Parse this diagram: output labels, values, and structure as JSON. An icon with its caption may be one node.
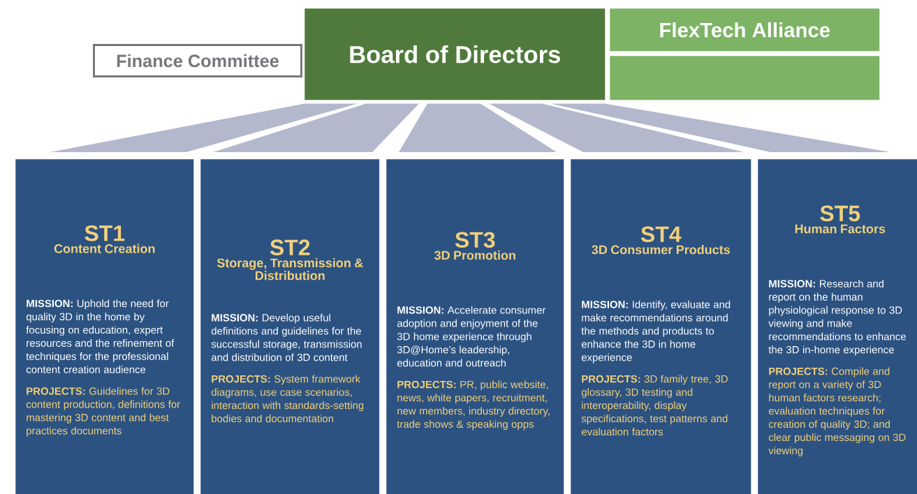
{
  "diagram": {
    "nodes": [
      {
        "text": [
          "Finance Committee"
        ]
      },
      {
        "text": [
          "Board of Directors"
        ]
      },
      {
        "text": [
          "FlexTech Alliance"
        ]
      },
      {
        "text": [],
        "shape": "box"
      },
      {
        "text": [
          "ST1",
          "Content Creation",
          "**MISSION:** Uphold the need for quality 3D in the home by focusing on education, expert resources and the refinement of techniques for the professional content creation audience",
          "**PROJECTS:** Guidelines for 3D content production, definitions for mastering 3D content and best practices documents"
        ]
      },
      {
        "text": [
          "ST2",
          "Storage, Transmission & Distribution",
          "**MISSION:** Develop useful definitions and guidelines for the successful storage, transmission and distribution of 3D content",
          "**PROJECTS:** System framework diagrams, use case scenarios, interaction with standards-setting bodies and documentation"
        ]
      },
      {
        "text": [
          "ST3",
          "3D Promotion",
          "**MISSION:** Accelerate consumer adoption and enjoyment of the 3D home experience through 3D@Home’s leadership, education and outreach",
          "**PROJECTS:** PR, public website, news, white papers, recruitment, new members, industry directory, trade shows & speaking opps"
        ]
      },
      {
        "text": [
          "ST4",
          "3D Consumer Products",
          "**MISSION:** Identify, evaluate and make recommendations around the methods and products to enhance the 3D in home experience",
          "**PROJECTS:** 3D family tree, 3D glossary, 3D testing and interoperability, display specifications, test patterns and evaluation factors"
        ]
      },
      {
        "text": [
          "ST5",
          "Human Factors",
          "**MISSION:** Research and report on the human physiological response to 3D viewing and make recommendations to enhance the 3D in-home experience",
          "**PROJECTS:** Compile and report on a variety of 3D human factors research; evaluation techniques for creation of quality 3D; and clear public messaging on 3D viewing"
        ]
      }
    ],
    "edges": [
      {
        "from": 1,
        "to": 4,
        "arrow": "none"
      },
      {
        "from": 1,
        "to": 5,
        "arrow": "none"
      },
      {
        "from": 1,
        "to": 6,
        "arrow": "none"
      },
      {
        "from": 1,
        "to": 7,
        "arrow": "none"
      },
      {
        "from": 1,
        "to": 8,
        "arrow": "none"
      }
    ]
  }
}
